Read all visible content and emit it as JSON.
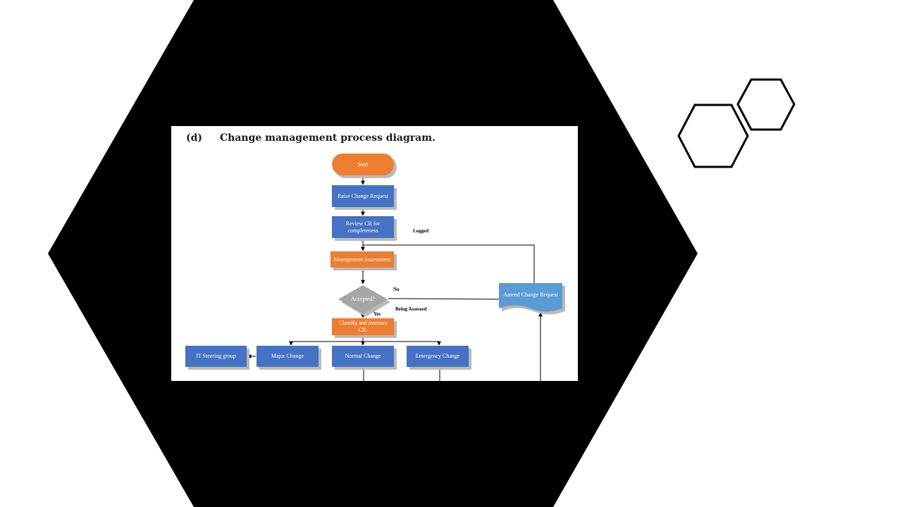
{
  "slide": {
    "background_color": "#ffffff",
    "big_hexagon_color": "#000000",
    "decor_hexagon_stroke": "#000000"
  },
  "figure": {
    "caption_letter": "(d)",
    "caption_text": "Change management process diagram.",
    "nodes": {
      "start": "Start",
      "raise_change_request": "Raise Change Request",
      "review_cr": "Review CR for completeness",
      "management_assessment": "Management  Assessment",
      "accepted": "Accepted?",
      "classify": "Classify and assesses CR.",
      "it_steering": "IT Steering group",
      "major_change": "Major  Change",
      "normal_change": "Normal Change",
      "emergency_change": "Emergency  Change",
      "amend_change_request": "Amend Change Request"
    },
    "edge_labels": {
      "logged": "Logged",
      "no": "No",
      "being_assessed": "Being Assessed",
      "yes": "Yes"
    },
    "colors": {
      "process_blue": "#4472c4",
      "process_orange": "#ed7d31",
      "decision_grey": "#a6a6a6",
      "document_blue": "#5b9bd5"
    }
  }
}
